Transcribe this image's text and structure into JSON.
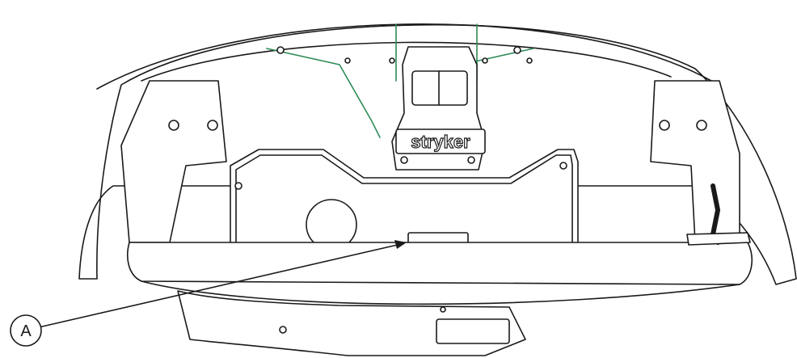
{
  "figure": {
    "brand_logo_text": "stryker",
    "callouts": [
      {
        "letter": "A",
        "target": "label-plate"
      }
    ],
    "colors": {
      "line": "#1a1a1a",
      "accent_green": "#2e8b57",
      "fill": "#ffffff"
    }
  }
}
